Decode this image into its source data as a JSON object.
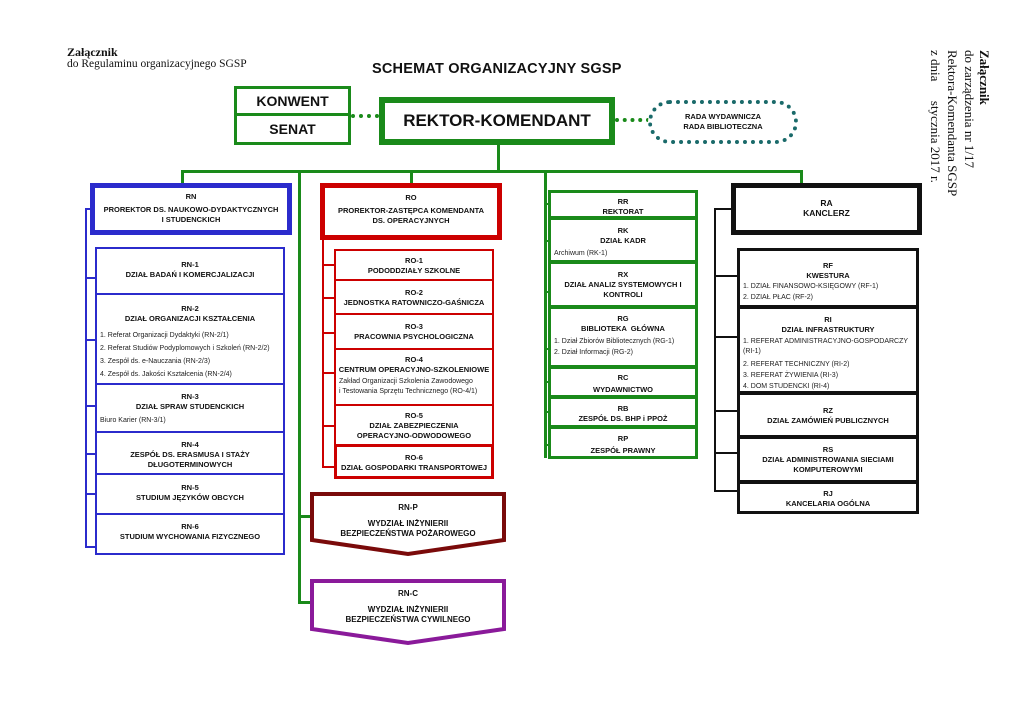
{
  "header_left": {
    "title": "Załącznik",
    "subtitle": "do Regulaminu organizacyjnego SGSP"
  },
  "header_right": {
    "title": "Załącznik",
    "line1": "do zarządzenia nr 1/17",
    "line2": "Rektora-Komendanta SGSP",
    "line3": "z dnia      stycznia 2017 r."
  },
  "main_title": "SCHEMAT ORGANIZACYJNY SGSP",
  "top": {
    "konwent": "KONWENT",
    "senat": "SENAT",
    "rektor": "REKTOR-KOMENDANT",
    "rada1": "RADA WYDAWNICZA",
    "rada2": "RADA BIBLIOTECZNA"
  },
  "colors": {
    "green": "#1a8a1a",
    "blue": "#2b2bcc",
    "red": "#cc0000",
    "black": "#111111",
    "maroon": "#7a0a0a",
    "purple": "#8a1a9a",
    "teal": "#1a6a6a"
  },
  "rn": {
    "code": "RN",
    "name1": "PROREKTOR DS. NAUKOWO-DYDAKTYCZNYCH",
    "name2": "I STUDENCKICH",
    "units": [
      {
        "code": "RN-1",
        "name": "DZIAŁ BADAŃ I KOMERCJALIZACJI",
        "subs": []
      },
      {
        "code": "RN-2",
        "name": "DZIAŁ ORGANIZACJI KSZTAŁCENIA",
        "subs": [
          "1. Referat Organizacji Dydaktyki (RN-2/1)",
          "2. Referat Studiów Podyplomowych i Szkoleń (RN-2/2)",
          "3. Zespół ds. e-Nauczania (RN-2/3)",
          "4. Zespół ds. Jakości Kształcenia (RN-2/4)"
        ]
      },
      {
        "code": "RN-3",
        "name": "DZIAŁ SPRAW STUDENCKICH",
        "subs": [
          "Biuro Karier (RN-3/1)"
        ]
      },
      {
        "code": "RN-4",
        "name": "ZESPÓŁ DS. ERASMUSA I STAŻY DŁUGOTERMINOWYCH",
        "subs": []
      },
      {
        "code": "RN-5",
        "name": "STUDIUM JĘZYKÓW OBCYCH",
        "subs": []
      },
      {
        "code": "RN-6",
        "name": "STUDIUM WYCHOWANIA FIZYCZNEGO",
        "subs": []
      }
    ]
  },
  "ro": {
    "code": "RO",
    "name1": "PROREKTOR-ZASTĘPCA KOMENDANTA",
    "name2": "DS. OPERACYJNYCH",
    "units": [
      {
        "code": "RO-1",
        "name": "PODODDZIAŁY SZKOLNE",
        "subs": []
      },
      {
        "code": "RO-2",
        "name": "JEDNOSTKA RATOWNICZO-GAŚNICZA",
        "subs": []
      },
      {
        "code": "RO-3",
        "name": "PRACOWNIA PSYCHOLOGICZNA",
        "subs": []
      },
      {
        "code": "RO-4",
        "name": "CENTRUM OPERACYJNO-SZKOLENIOWE",
        "subs": [
          "Zakład Organizacji Szkolenia Zawodowego",
          "i Testowania Sprzętu Technicznego (RO-4/1)"
        ]
      },
      {
        "code": "RO-5",
        "name": "DZIAŁ ZABEZPIECZENIA OPERACYJNO-ODWODOWEGO",
        "subs": []
      },
      {
        "code": "RO-6",
        "name": "DZIAŁ GOSPODARKI TRANSPORTOWEJ",
        "subs": []
      }
    ]
  },
  "faculties": [
    {
      "code": "RN-P",
      "name1": "WYDZIAŁ INŻYNIERII",
      "name2": "BEZPIECZEŃSTWA POŻAROWEGO"
    },
    {
      "code": "RN-C",
      "name1": "WYDZIAŁ INŻYNIERII",
      "name2": "BEZPIECZEŃSTWA CYWILNEGO"
    }
  ],
  "rr_units": [
    {
      "code": "RR",
      "name": "REKTORAT",
      "subs": []
    },
    {
      "code": "RK",
      "name": "DZIAŁ KADR",
      "subs": [
        "Archiwum (RK-1)"
      ]
    },
    {
      "code": "RX",
      "name": "DZIAŁ ANALIZ SYSTEMOWYCH I KONTROLI",
      "subs": []
    },
    {
      "code": "RG",
      "name": "BIBLIOTEKA  GŁÓWNA",
      "subs": [
        "1. Dział Zbiorów Bibliotecznych (RG-1)",
        "2. Dział Informacji (RG-2)"
      ]
    },
    {
      "code": "RC",
      "name": "WYDAWNICTWO",
      "subs": []
    },
    {
      "code": "RB",
      "name": "ZESPÓŁ DS. BHP i PPOŻ",
      "subs": []
    },
    {
      "code": "RP",
      "name": "ZESPÓŁ PRAWNY",
      "subs": []
    }
  ],
  "ra": {
    "code": "RA",
    "name": "KANCLERZ",
    "units": [
      {
        "code": "RF",
        "name": "KWESTURA",
        "subs": [
          "1. DZIAŁ FINANSOWO-KSIĘGOWY (RF-1)",
          "2. DZIAŁ PŁAC (RF-2)"
        ]
      },
      {
        "code": "RI",
        "name": "DZIAŁ INFRASTRUKTURY",
        "subs": [
          "1. REFERAT ADMINISTRACYJNO-GOSPODARCZY (RI-1)",
          "2. REFERAT TECHNICZNY (RI-2)",
          "3. REFERAT ŻYWIENIA (RI-3)",
          "4. DOM STUDENCKI (RI-4)"
        ]
      },
      {
        "code": "RZ",
        "name": "DZIAŁ ZAMÓWIEŃ PUBLICZNYCH",
        "subs": []
      },
      {
        "code": "RS",
        "name": "DZIAŁ ADMINISTROWANIA SIECIAMI KOMPUTEROWYMI",
        "subs": []
      },
      {
        "code": "RJ",
        "name": "KANCELARIA OGÓLNA",
        "subs": []
      }
    ]
  }
}
